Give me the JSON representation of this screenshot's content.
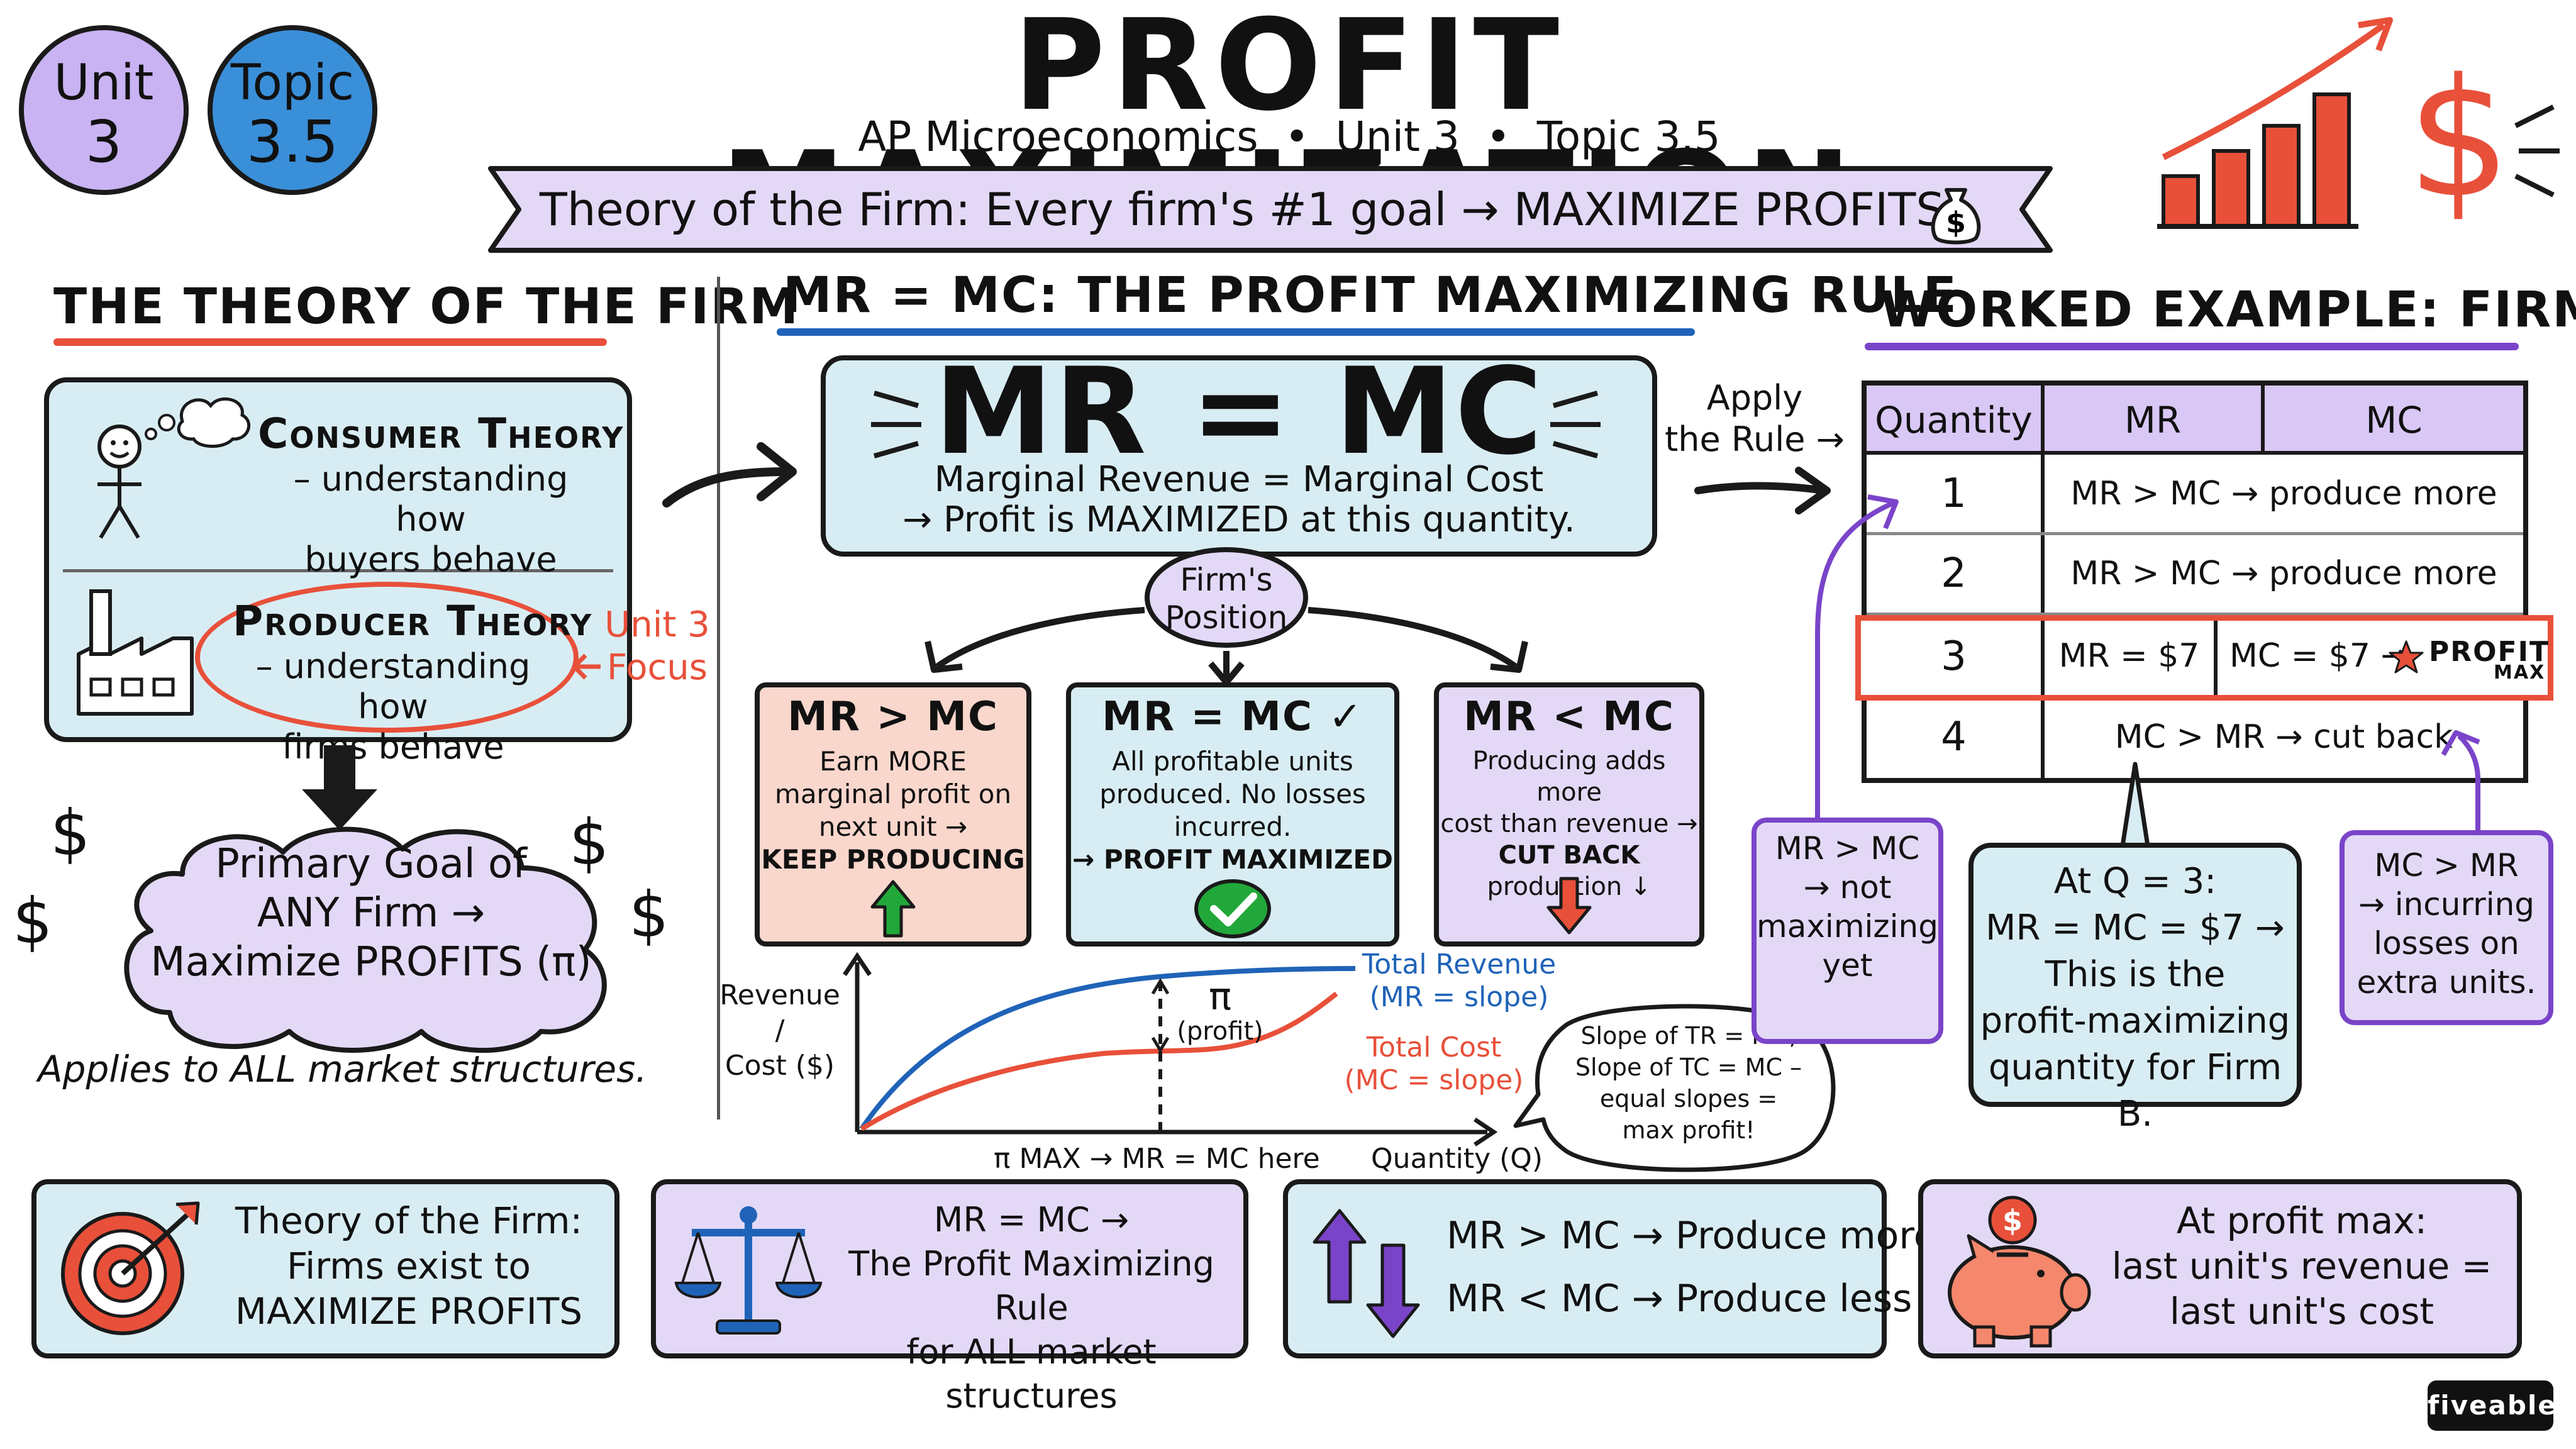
{
  "badges": [
    {
      "line1": "Unit",
      "line2": "3",
      "color": "#c9b3f2"
    },
    {
      "line1": "Topic",
      "line2": "3.5",
      "color": "#3a8fd9"
    }
  ],
  "header": {
    "title": "PROFIT MAXIMIZATION",
    "subtitle": "AP Microeconomics  •  Unit 3  •  Topic 3.5",
    "banner": "Theory of the Firm:  Every firm's #1 goal → MAXIMIZE PROFITS"
  },
  "theory": {
    "heading": "THE THEORY OF THE FIRM",
    "consumer_title": "Consumer Theory",
    "consumer_lines": [
      "– understanding how",
      "buyers behave"
    ],
    "producer_title": "Producer Theory",
    "producer_lines": [
      "– understanding how",
      "firms behave"
    ],
    "focus": [
      "Unit 3",
      "Focus"
    ],
    "goal_lines": [
      "Primary Goal of",
      "ANY Firm →",
      "Maximize PROFITS (π)"
    ],
    "applies": "Applies to ALL market structures."
  },
  "rule": {
    "heading": "MR = MC: THE PROFIT MAXIMIZING RULE",
    "big": "MR = MC",
    "line1": "Marginal Revenue = Marginal Cost",
    "line2": "→ Profit is MAXIMIZED at this quantity.",
    "position": [
      "Firm's",
      "Position"
    ],
    "cards": [
      {
        "title": "MR > MC",
        "lines": [
          "Earn MORE",
          "marginal profit on",
          "next unit →",
          "KEEP PRODUCING ↑"
        ]
      },
      {
        "title": "MR = MC ✓",
        "lines": [
          "All profitable units",
          "produced. No losses",
          "incurred.",
          "→ PROFIT MAXIMIZED"
        ]
      },
      {
        "title": "MR < MC",
        "lines": [
          "Producing adds more",
          "cost than revenue →",
          "CUT BACK",
          "production ↓"
        ]
      }
    ],
    "apply": [
      "Apply",
      "the Rule →"
    ]
  },
  "graph": {
    "ylabel": [
      "Revenue /",
      "Cost ($)"
    ],
    "xlabel": "Quantity (Q)",
    "tr_label": [
      "Total Revenue",
      "(MR = slope)"
    ],
    "tc_label": [
      "Total Cost",
      "(MC = slope)"
    ],
    "pi_label": [
      "π",
      "(profit)"
    ],
    "pimax": "π MAX → MR = MC here",
    "bubble": [
      "Slope of TR = MR,",
      "Slope of TC = MC –",
      "equal slopes =",
      "max profit!"
    ],
    "tr_color": "#1f63b8",
    "tc_color": "#e8503a"
  },
  "example": {
    "heading": "WORKED EXAMPLE: FIRM B",
    "headers": [
      "Quantity",
      "MR",
      "MC"
    ],
    "rows": [
      {
        "q": "1",
        "text": "MR > MC → produce more"
      },
      {
        "q": "2",
        "text": "MR > MC → produce more"
      },
      {
        "q": "3",
        "mr": "MR = $7",
        "mc": "MC = $7 →",
        "badge": "PROFIT",
        "badge_sub": "MAX"
      },
      {
        "q": "4",
        "text": "MC > MR → cut back"
      }
    ],
    "note_left": [
      "MR > MC",
      "→ not",
      "maximizing",
      "yet"
    ],
    "note_mid": [
      "At Q = 3:",
      "MR = MC = $7 →",
      "This is the",
      "profit-maximizing",
      "quantity for Firm B."
    ],
    "note_right": [
      "MC > MR",
      "→ incurring",
      "losses on",
      "extra units."
    ]
  },
  "footer": [
    {
      "lines": [
        "Theory of the Firm:",
        "Firms exist to",
        "MAXIMIZE PROFITS"
      ],
      "icon": "target-icon"
    },
    {
      "lines": [
        "MR = MC →",
        "The Profit Maximizing Rule",
        "for ALL market structures"
      ],
      "icon": "balance-scale-icon"
    },
    {
      "lines": [
        "MR > MC → Produce more",
        "MR < MC → Produce less"
      ],
      "icon": "up-down-arrows-icon"
    },
    {
      "lines": [
        "At profit max:",
        "last unit's revenue =",
        "last unit's cost"
      ],
      "icon": "piggy-bank-icon"
    }
  ],
  "brand": "fiveable",
  "colors": {
    "blue_bg": "#d8edf3",
    "purple_bg": "#e3d9f7",
    "red_bg": "#f9d7cc",
    "accent_red": "#e8503a",
    "accent_blue": "#1f63b8",
    "accent_purple": "#7a44c9"
  }
}
